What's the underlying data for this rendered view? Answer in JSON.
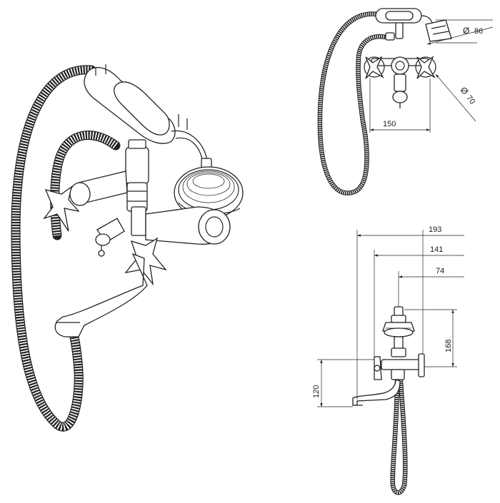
{
  "dimensions": {
    "shower_head_diameter": "86",
    "handle_diameter": "70",
    "center_spacing": "150",
    "total_projection": "193",
    "shower_projection": "141",
    "head_offset": "74",
    "head_height": "168",
    "spout_height": "120"
  },
  "diameter_symbol": "Ø"
}
